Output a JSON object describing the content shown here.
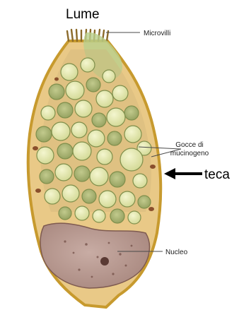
{
  "diagram": {
    "labels": {
      "lumen": "Lume",
      "microvilli": "Microvilli",
      "mucin_drops_line1": "Gocce di",
      "mucin_drops_line2": "mucinogeno",
      "theca": "teca",
      "nucleus": "Nucleo"
    },
    "colors": {
      "cell_border": "#c79a2e",
      "cytoplasm": "#e9c987",
      "droplet_fill": "#e3e6a8",
      "droplet_stroke": "#7f8f4c",
      "granular_droplet": "#a9b574",
      "nucleus_fill": "#b89a92",
      "mucus_lumen": "#b9cf8c",
      "label_line": "#4a4a4a"
    }
  }
}
